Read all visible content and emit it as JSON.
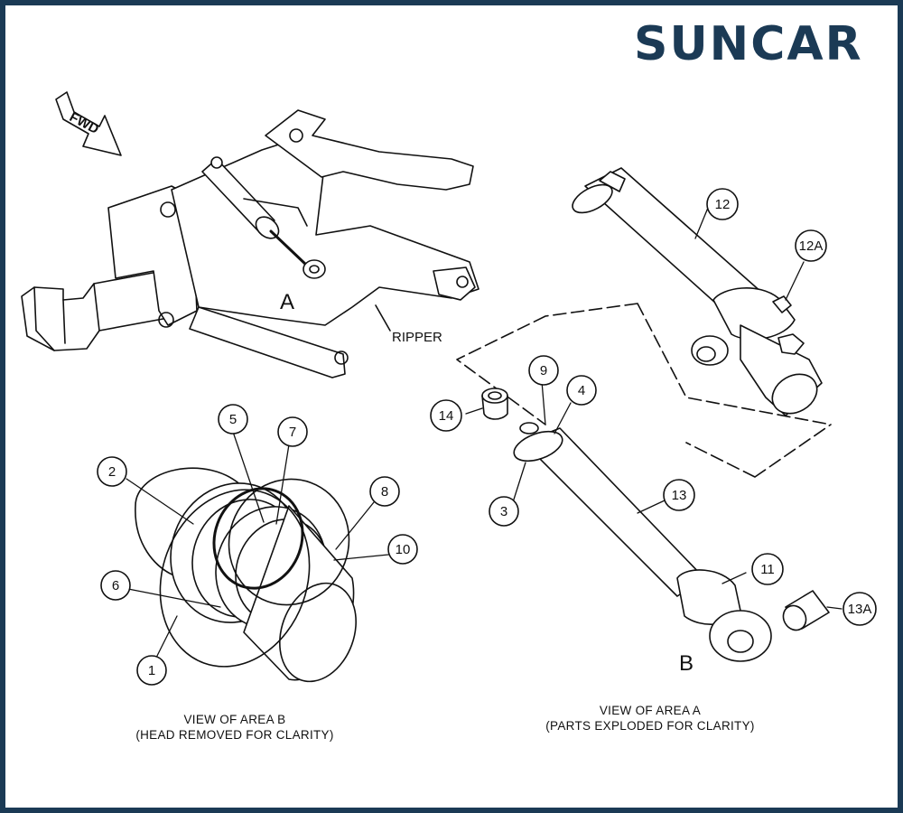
{
  "logo": {
    "text": "SUNCAR",
    "color": "#1b3a55"
  },
  "direction_arrow": {
    "label": "FWD"
  },
  "area_labels": {
    "a": "A",
    "b": "B"
  },
  "ripper_label": "RIPPER",
  "callouts": [
    {
      "id": "1",
      "label": "1"
    },
    {
      "id": "2",
      "label": "2"
    },
    {
      "id": "3",
      "label": "3"
    },
    {
      "id": "4",
      "label": "4"
    },
    {
      "id": "5",
      "label": "5"
    },
    {
      "id": "6",
      "label": "6"
    },
    {
      "id": "7",
      "label": "7"
    },
    {
      "id": "8",
      "label": "8"
    },
    {
      "id": "9",
      "label": "9"
    },
    {
      "id": "10",
      "label": "10"
    },
    {
      "id": "11",
      "label": "11"
    },
    {
      "id": "12",
      "label": "12"
    },
    {
      "id": "12A",
      "label": "12A"
    },
    {
      "id": "13",
      "label": "13"
    },
    {
      "id": "13A",
      "label": "13A"
    },
    {
      "id": "14",
      "label": "14"
    }
  ],
  "captions": {
    "area_b_line1": "VIEW OF AREA B",
    "area_b_line2": "(HEAD REMOVED FOR CLARITY)",
    "area_a_line1": "VIEW OF AREA A",
    "area_a_line2": "(PARTS EXPLODED FOR CLARITY)"
  }
}
